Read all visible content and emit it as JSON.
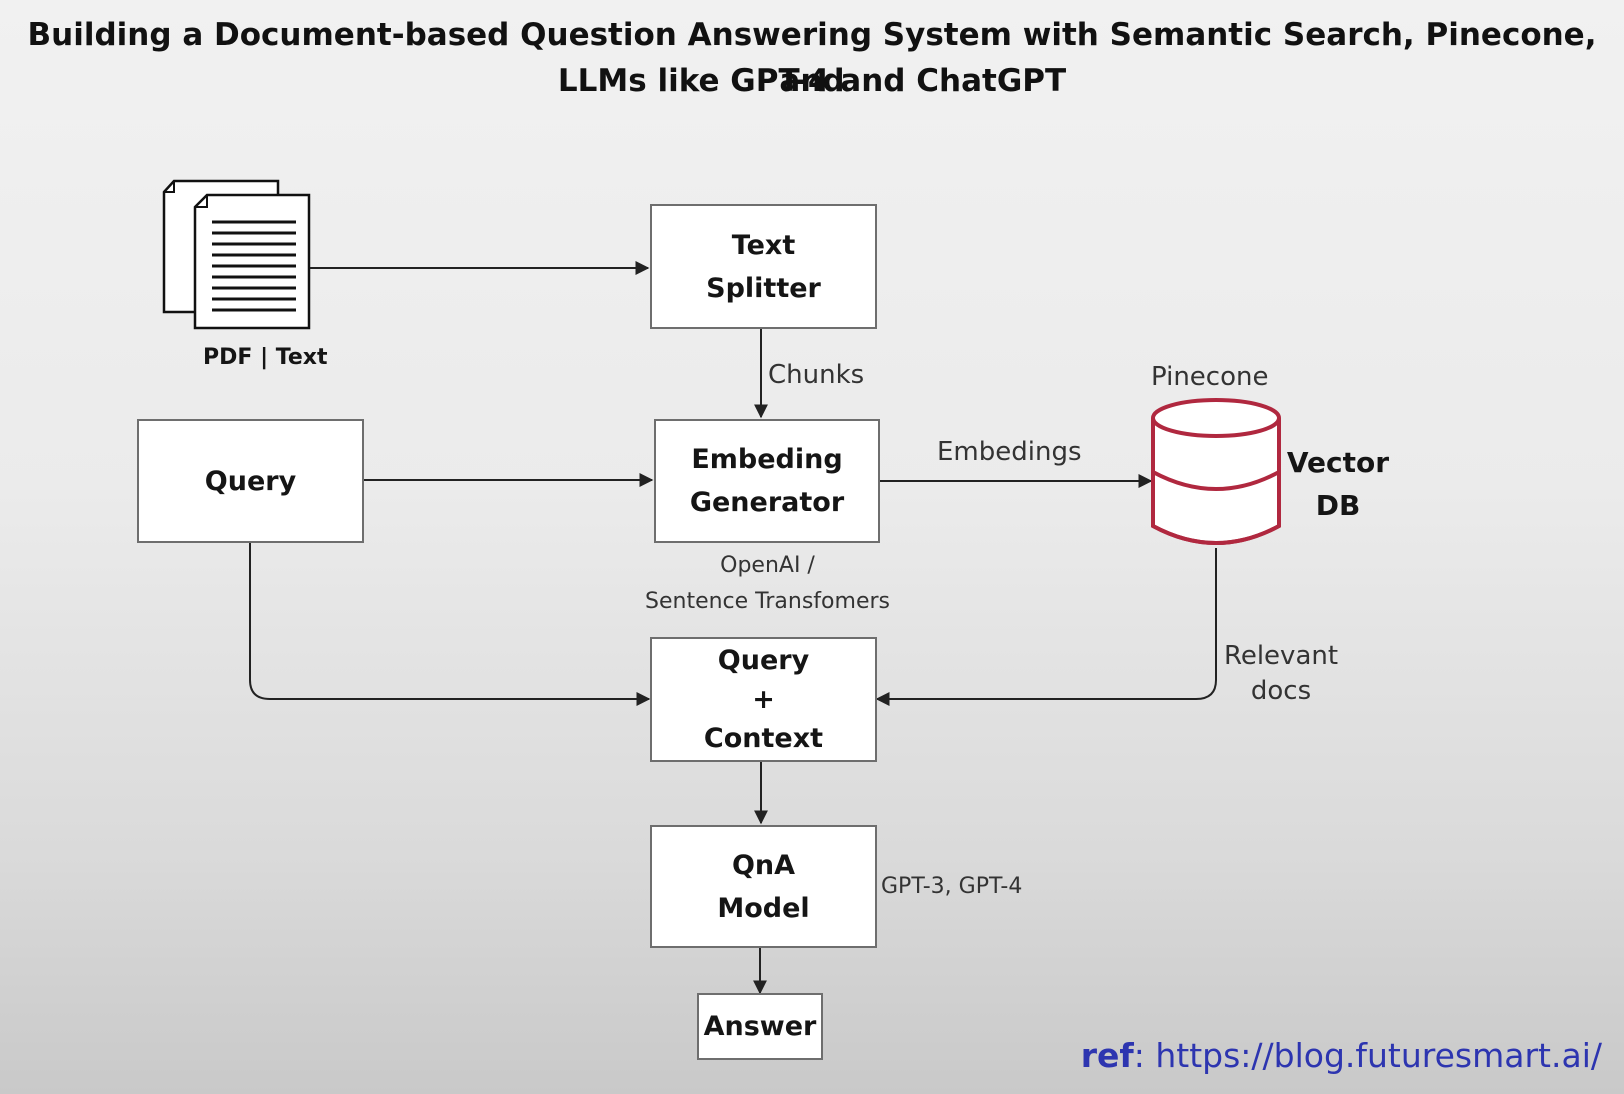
{
  "title": {
    "line1": "Building a Document-based Question Answering System with Semantic Search, Pinecone, and",
    "line2": "LLMs like GPT-4 and ChatGPT"
  },
  "nodes": {
    "documents": {
      "label": "PDF | Text",
      "icon": "documents-icon"
    },
    "text_splitter": {
      "line1": "Text",
      "line2": "Splitter"
    },
    "query": {
      "label": "Query"
    },
    "embedding_generator": {
      "line1": "Embeding",
      "line2": "Generator",
      "note1": "OpenAI /",
      "note2": "Sentence Transfomers"
    },
    "vector_db": {
      "provider": "Pinecone",
      "line1": "Vector",
      "line2": "DB",
      "icon": "database-icon",
      "color": "#b0283f"
    },
    "query_context": {
      "line1": "Query",
      "line2": "+",
      "line3": "Context"
    },
    "qna_model": {
      "line1": "QnA",
      "line2": "Model",
      "note": "GPT-3, GPT-4"
    },
    "answer": {
      "label": "Answer"
    }
  },
  "edges": {
    "chunks": "Chunks",
    "embeddings": "Embedings",
    "relevant_docs_1": "Relevant",
    "relevant_docs_2": "docs"
  },
  "cursor": {
    "icon": "zoom-in-icon"
  },
  "reference": {
    "prefix": "ref",
    "separator": ": ",
    "url": "https://blog.futuresmart.ai/",
    "color": "#2d35b0"
  }
}
